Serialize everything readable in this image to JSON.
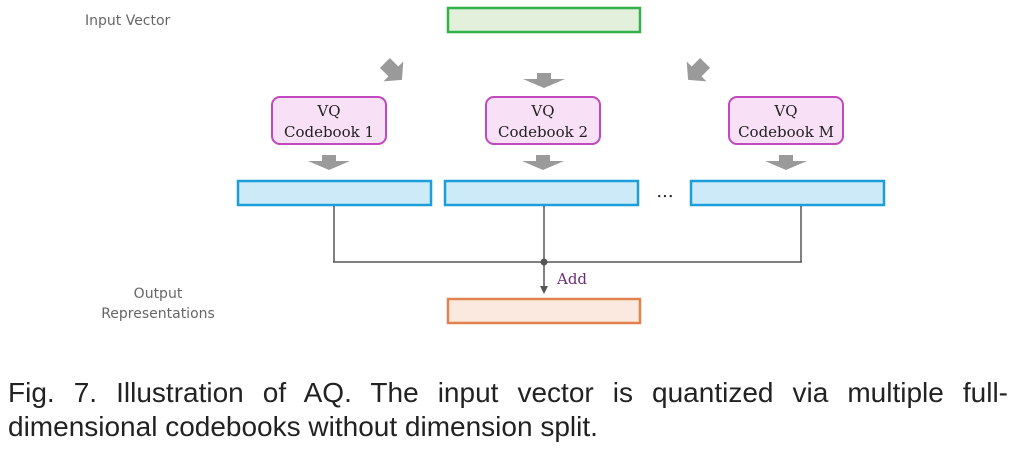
{
  "labels": {
    "input_vector": "Input Vector",
    "output_line1": "Output",
    "output_line2": "Representations",
    "add": "Add",
    "ellipsis": "..."
  },
  "codebooks": [
    {
      "line1": "VQ",
      "line2": "Codebook 1"
    },
    {
      "line1": "VQ",
      "line2": "Codebook 2"
    },
    {
      "line1": "VQ",
      "line2": "Codebook M"
    }
  ],
  "caption": "Fig. 7. Illustration of AQ. The input vector is quantized via multiple full-dimensional codebooks without dimension split.",
  "colors": {
    "input_fill": "#e3f1dc",
    "input_stroke": "#33b14a",
    "codebook_fill": "#f8e1f6",
    "codebook_stroke": "#c248be",
    "code_fill": "#cdeaf8",
    "code_stroke": "#1c9ed8",
    "output_fill": "#fbe8df",
    "output_stroke": "#e0834f",
    "arrow": "#9a9a9a",
    "line": "#555555"
  }
}
